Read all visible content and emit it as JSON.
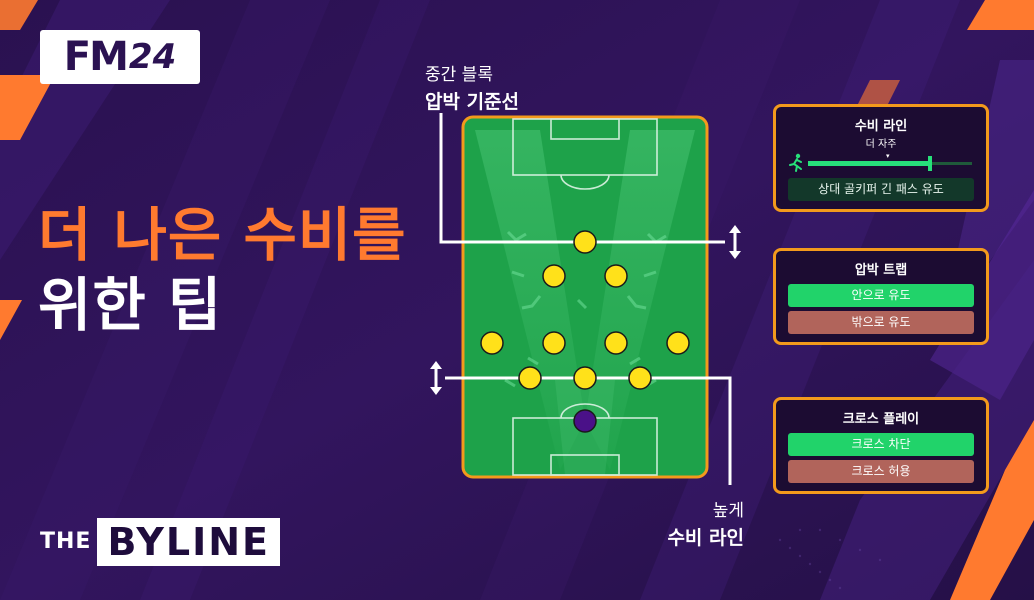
{
  "colors": {
    "background": "#2b1252",
    "accent_orange": "#f39a1c",
    "pitch_green": "#1ea24a",
    "player_yellow": "#ffe11a",
    "goalkeeper_purple": "#4a1188",
    "option_on": "#21d36a",
    "option_off": "#b1645b"
  },
  "logo": {
    "fm": "FM",
    "year": "24"
  },
  "title": {
    "line1": "더 나은 수비를",
    "line2": "위한 팁"
  },
  "byline": {
    "prefix": "THE",
    "brand": "BYLINE"
  },
  "pitch_labels": {
    "top_sub": "중간 블록",
    "top_main": "압박 기준선",
    "bottom_sub": "높게",
    "bottom_main": "수비 라인"
  },
  "panels": {
    "defensive_line": {
      "title": "수비 라인",
      "setting": "더 자주",
      "slider_fraction": 0.75,
      "option": "상대 골키퍼 긴 패스 유도"
    },
    "press_trap": {
      "title": "압박 트랩",
      "options": [
        {
          "label": "안으로 유도",
          "state": "on"
        },
        {
          "label": "밖으로 유도",
          "state": "off"
        }
      ]
    },
    "cross_play": {
      "title": "크로스 플레이",
      "options": [
        {
          "label": "크로스 차단",
          "state": "on"
        },
        {
          "label": "크로스 허용",
          "state": "off"
        }
      ]
    }
  },
  "icons": [
    "runner-icon",
    "double-arrow-icon"
  ]
}
